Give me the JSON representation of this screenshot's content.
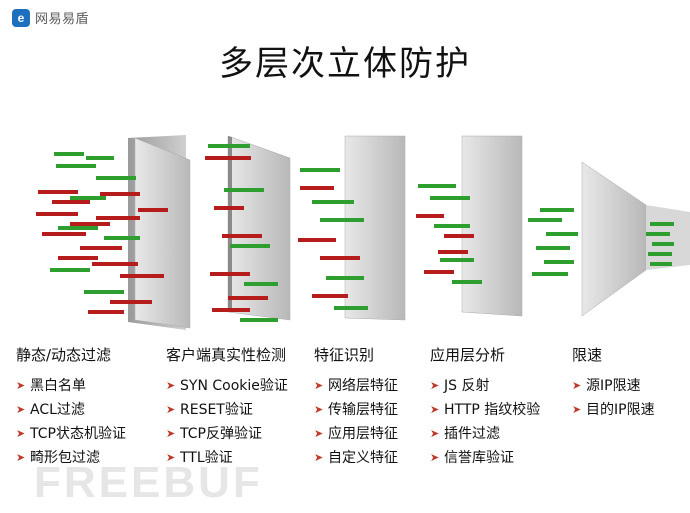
{
  "logo": {
    "mark": "e",
    "text": "网易易盾"
  },
  "title": "多层次立体防护",
  "columns": [
    {
      "title": "静态/动态过滤",
      "items": [
        "黑白名单",
        "ACL过滤",
        "TCP状态机验证",
        "畸形包过滤"
      ]
    },
    {
      "title": "客户端真实性检测",
      "items": [
        "SYN Cookie验证",
        "RESET验证",
        "TCP反弹验证",
        "TTL验证"
      ]
    },
    {
      "title": "特征识别",
      "items": [
        "网络层特征",
        "传输层特征",
        "应用层特征",
        "自定义特征"
      ]
    },
    {
      "title": "应用层分析",
      "items": [
        "JS 反射",
        "HTTP 指纹校验",
        "插件过滤",
        "信誉库验证"
      ]
    },
    {
      "title": "限速",
      "items": [
        "源IP限速",
        "目的IP限速"
      ]
    }
  ],
  "watermark": "FREEBUF",
  "colors": {
    "red": "#b71c1c",
    "green": "#2e9e2e",
    "panel": "#c9c9c9",
    "accent": "#c0392b"
  }
}
